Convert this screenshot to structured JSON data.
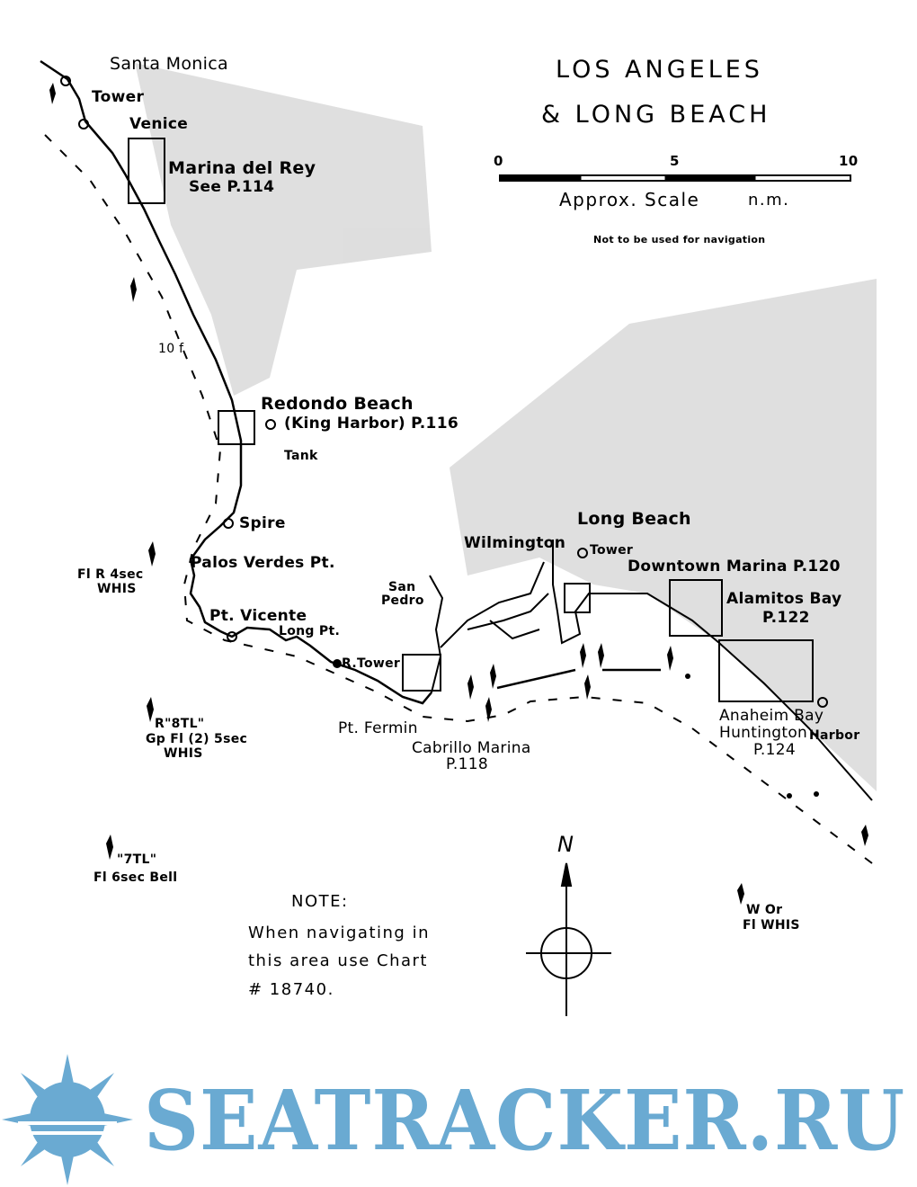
{
  "title": {
    "line1": "LOS ANGELES",
    "line2": "& LONG BEACH"
  },
  "scale": {
    "ticks": [
      "0",
      "5",
      "10"
    ],
    "label": "Approx. Scale",
    "unit": "n.m.",
    "disclaimer": "Not to be used for navigation"
  },
  "places": {
    "santa_monica": "Santa Monica",
    "tower_sm": "Tower",
    "venice": "Venice",
    "marina_del_rey": "Marina del Rey",
    "marina_del_rey_ref": "See P.114",
    "depth": "10 f",
    "redondo": "Redondo Beach",
    "king_harbor": "(King Harbor) P.116",
    "tank": "Tank",
    "spire": "Spire",
    "palos_verdes": "Palos Verdes Pt.",
    "pv_light_1": "Fl R 4sec",
    "pv_light_2": "WHIS",
    "pt_vicente": "Pt. Vicente",
    "long_pt": "Long Pt.",
    "r_tower": "R.Tower",
    "buoy8_1": "R\"8TL\"",
    "buoy8_2": "Gp Fl (2) 5sec",
    "buoy8_3": "WHIS",
    "buoy7_1": "\"7TL\"",
    "buoy7_2": "Fl 6sec Bell",
    "san_pedro_1": "San",
    "san_pedro_2": "Pedro",
    "wilmington": "Wilmington",
    "long_beach": "Long Beach",
    "tower_lb": "Tower",
    "downtown_marina": "Downtown Marina P.120",
    "alamitos_1": "Alamitos Bay",
    "alamitos_2": "P.122",
    "pt_fermin": "Pt. Fermin",
    "cabrillo_1": "Cabrillo Marina",
    "cabrillo_2": "P.118",
    "anaheim": "Anaheim Bay",
    "huntington": "Huntington",
    "harbor": "Harbor",
    "p124": "P.124",
    "wor_1": "W Or",
    "wor_2": "Fl WHIS"
  },
  "note": {
    "heading": "NOTE:",
    "line1": "When navigating in",
    "line2": "this area use Chart",
    "line3": "# 18740."
  },
  "compass": {
    "north": "N"
  },
  "watermark": {
    "text": "SEATRACKER.RU",
    "color": "#6aaad2"
  }
}
